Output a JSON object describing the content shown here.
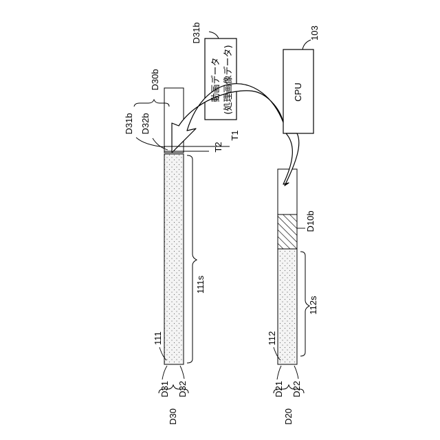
{
  "labels": {
    "d31b_top": "D31b",
    "d30b": "D30b",
    "cpu_ref": "103",
    "cpu": "CPU",
    "line1": "動画データ",
    "line2": "(処理画像データ)",
    "d31b_left": "D31b",
    "d32b_left": "D32b",
    "t1": "T1",
    "t2": "T2",
    "d10b": "D10b",
    "s111": "111s",
    "s112": "112s",
    "n111": "111",
    "n112": "112",
    "d31": "D31",
    "d32": "D32",
    "d30": "D30",
    "d21": "D21",
    "d22": "D22",
    "d20": "D20"
  }
}
